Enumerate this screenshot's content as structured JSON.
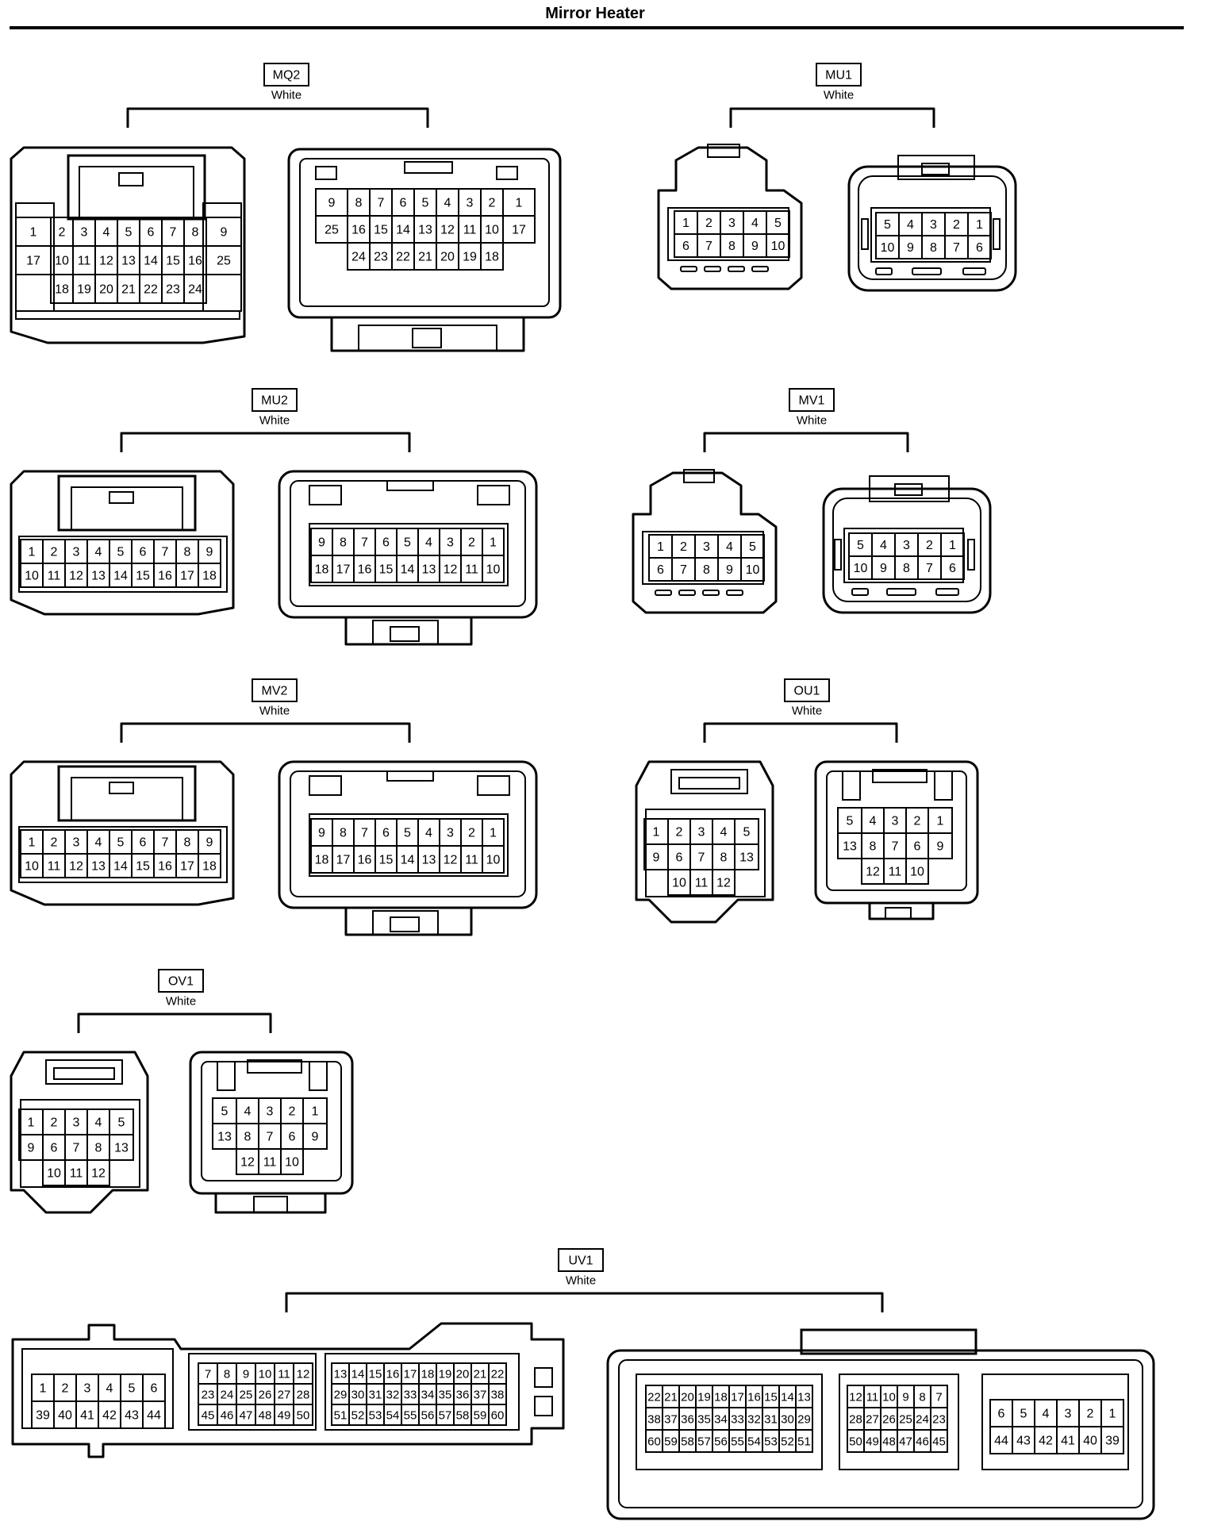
{
  "title": "Mirror Heater",
  "connectors": [
    {
      "id": "MQ2",
      "color": "White",
      "views": [
        {
          "cells": [
            [
              "1",
              "2",
              "3",
              "4",
              "5",
              "6",
              "7",
              "8",
              "9"
            ],
            [
              "17",
              "10",
              "11",
              "12",
              "13",
              "14",
              "15",
              "16",
              "25"
            ],
            [
              "",
              "18",
              "19",
              "20",
              "21",
              "22",
              "23",
              "24",
              ""
            ]
          ]
        },
        {
          "cells": [
            [
              "9",
              "8",
              "7",
              "6",
              "5",
              "4",
              "3",
              "2",
              "1"
            ],
            [
              "25",
              "16",
              "15",
              "14",
              "13",
              "12",
              "11",
              "10",
              "17"
            ],
            [
              "",
              "24",
              "23",
              "22",
              "21",
              "20",
              "19",
              "18",
              ""
            ]
          ]
        }
      ]
    },
    {
      "id": "MU1",
      "color": "White",
      "views": [
        {
          "cells": [
            [
              "1",
              "2",
              "3",
              "4",
              "5"
            ],
            [
              "6",
              "7",
              "8",
              "9",
              "10"
            ]
          ]
        },
        {
          "cells": [
            [
              "5",
              "4",
              "3",
              "2",
              "1"
            ],
            [
              "10",
              "9",
              "8",
              "7",
              "6"
            ]
          ]
        }
      ]
    },
    {
      "id": "MU2",
      "color": "White",
      "views": [
        {
          "cells": [
            [
              "1",
              "2",
              "3",
              "4",
              "5",
              "6",
              "7",
              "8",
              "9"
            ],
            [
              "10",
              "11",
              "12",
              "13",
              "14",
              "15",
              "16",
              "17",
              "18"
            ]
          ]
        },
        {
          "cells": [
            [
              "9",
              "8",
              "7",
              "6",
              "5",
              "4",
              "3",
              "2",
              "1"
            ],
            [
              "18",
              "17",
              "16",
              "15",
              "14",
              "13",
              "12",
              "11",
              "10"
            ]
          ]
        }
      ]
    },
    {
      "id": "MV1",
      "color": "White",
      "views": [
        {
          "cells": [
            [
              "1",
              "2",
              "3",
              "4",
              "5"
            ],
            [
              "6",
              "7",
              "8",
              "9",
              "10"
            ]
          ]
        },
        {
          "cells": [
            [
              "5",
              "4",
              "3",
              "2",
              "1"
            ],
            [
              "10",
              "9",
              "8",
              "7",
              "6"
            ]
          ]
        }
      ]
    },
    {
      "id": "MV2",
      "color": "White",
      "views": [
        {
          "cells": [
            [
              "1",
              "2",
              "3",
              "4",
              "5",
              "6",
              "7",
              "8",
              "9"
            ],
            [
              "10",
              "11",
              "12",
              "13",
              "14",
              "15",
              "16",
              "17",
              "18"
            ]
          ]
        },
        {
          "cells": [
            [
              "9",
              "8",
              "7",
              "6",
              "5",
              "4",
              "3",
              "2",
              "1"
            ],
            [
              "18",
              "17",
              "16",
              "15",
              "14",
              "13",
              "12",
              "11",
              "10"
            ]
          ]
        }
      ]
    },
    {
      "id": "OU1",
      "color": "White",
      "views": [
        {
          "cells": [
            [
              "1",
              "2",
              "3",
              "4",
              "5"
            ],
            [
              "9",
              "6",
              "7",
              "8",
              "13"
            ],
            [
              "",
              "10",
              "11",
              "12",
              ""
            ]
          ]
        },
        {
          "cells": [
            [
              "5",
              "4",
              "3",
              "2",
              "1"
            ],
            [
              "13",
              "8",
              "7",
              "6",
              "9"
            ],
            [
              "",
              "12",
              "11",
              "10",
              ""
            ]
          ]
        }
      ]
    },
    {
      "id": "OV1",
      "color": "White",
      "views": [
        {
          "cells": [
            [
              "1",
              "2",
              "3",
              "4",
              "5"
            ],
            [
              "9",
              "6",
              "7",
              "8",
              "13"
            ],
            [
              "",
              "10",
              "11",
              "12",
              ""
            ]
          ]
        },
        {
          "cells": [
            [
              "5",
              "4",
              "3",
              "2",
              "1"
            ],
            [
              "13",
              "8",
              "7",
              "6",
              "9"
            ],
            [
              "",
              "12",
              "11",
              "10",
              ""
            ]
          ]
        }
      ]
    },
    {
      "id": "UV1",
      "color": "White",
      "views": [
        {
          "blocks": [
            [
              [
                "1",
                "2",
                "3",
                "4",
                "5",
                "6"
              ],
              [
                "39",
                "40",
                "41",
                "42",
                "43",
                "44"
              ]
            ],
            [
              [
                "7",
                "8",
                "9",
                "10",
                "11",
                "12"
              ],
              [
                "23",
                "24",
                "25",
                "26",
                "27",
                "28"
              ],
              [
                "45",
                "46",
                "47",
                "48",
                "49",
                "50"
              ]
            ],
            [
              [
                "13",
                "14",
                "15",
                "16",
                "17",
                "18",
                "19",
                "20",
                "21",
                "22"
              ],
              [
                "29",
                "30",
                "31",
                "32",
                "33",
                "34",
                "35",
                "36",
                "37",
                "38"
              ],
              [
                "51",
                "52",
                "53",
                "54",
                "55",
                "56",
                "57",
                "58",
                "59",
                "60"
              ]
            ]
          ]
        },
        {
          "blocks": [
            [
              [
                "22",
                "21",
                "20",
                "19",
                "18",
                "17",
                "16",
                "15",
                "14",
                "13"
              ],
              [
                "38",
                "37",
                "36",
                "35",
                "34",
                "33",
                "32",
                "31",
                "30",
                "29"
              ],
              [
                "60",
                "59",
                "58",
                "57",
                "56",
                "55",
                "54",
                "53",
                "52",
                "51"
              ]
            ],
            [
              [
                "12",
                "11",
                "10",
                "9",
                "8",
                "7"
              ],
              [
                "28",
                "27",
                "26",
                "25",
                "24",
                "23"
              ],
              [
                "50",
                "49",
                "48",
                "47",
                "46",
                "45"
              ]
            ],
            [
              [
                "6",
                "5",
                "4",
                "3",
                "2",
                "1"
              ],
              [
                "44",
                "43",
                "42",
                "41",
                "40",
                "39"
              ]
            ]
          ]
        }
      ]
    }
  ]
}
